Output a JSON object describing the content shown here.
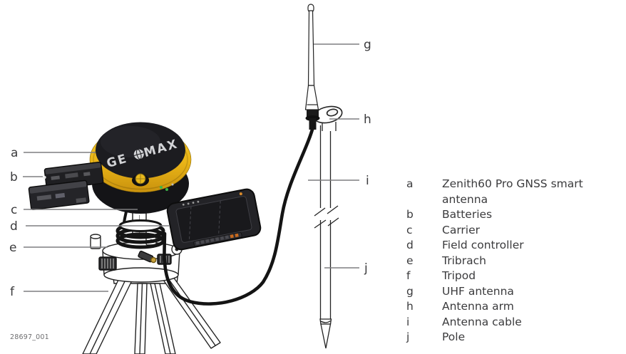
{
  "figure": {
    "number": "28697_001",
    "description": "GeoMax Zenith60 Pro GNSS equipment overview diagram"
  },
  "brand": {
    "left": "GE",
    "right": "MAX"
  },
  "callouts": {
    "a": "a",
    "b": "b",
    "c": "c",
    "d": "d",
    "e": "e",
    "f": "f",
    "g": "g",
    "h": "h",
    "i": "i",
    "j": "j"
  },
  "legend": {
    "items": [
      {
        "key": "a",
        "label": "Zenith60 Pro GNSS smart antenna"
      },
      {
        "key": "b",
        "label": "Batteries"
      },
      {
        "key": "c",
        "label": "Carrier"
      },
      {
        "key": "d",
        "label": "Field controller"
      },
      {
        "key": "e",
        "label": "Tribrach"
      },
      {
        "key": "f",
        "label": "Tripod"
      },
      {
        "key": "g",
        "label": "UHF antenna"
      },
      {
        "key": "h",
        "label": "Antenna arm"
      },
      {
        "key": "i",
        "label": "Antenna cable"
      },
      {
        "key": "j",
        "label": "Pole"
      }
    ]
  },
  "colors": {
    "brand_yellow": "#E9B91C",
    "device_black": "#1C1C20",
    "label_text": "#3B3B3D",
    "leader_line": "#7E7E80",
    "figure_number_text": "#6E6E70",
    "line_art_stroke": "#232323"
  }
}
